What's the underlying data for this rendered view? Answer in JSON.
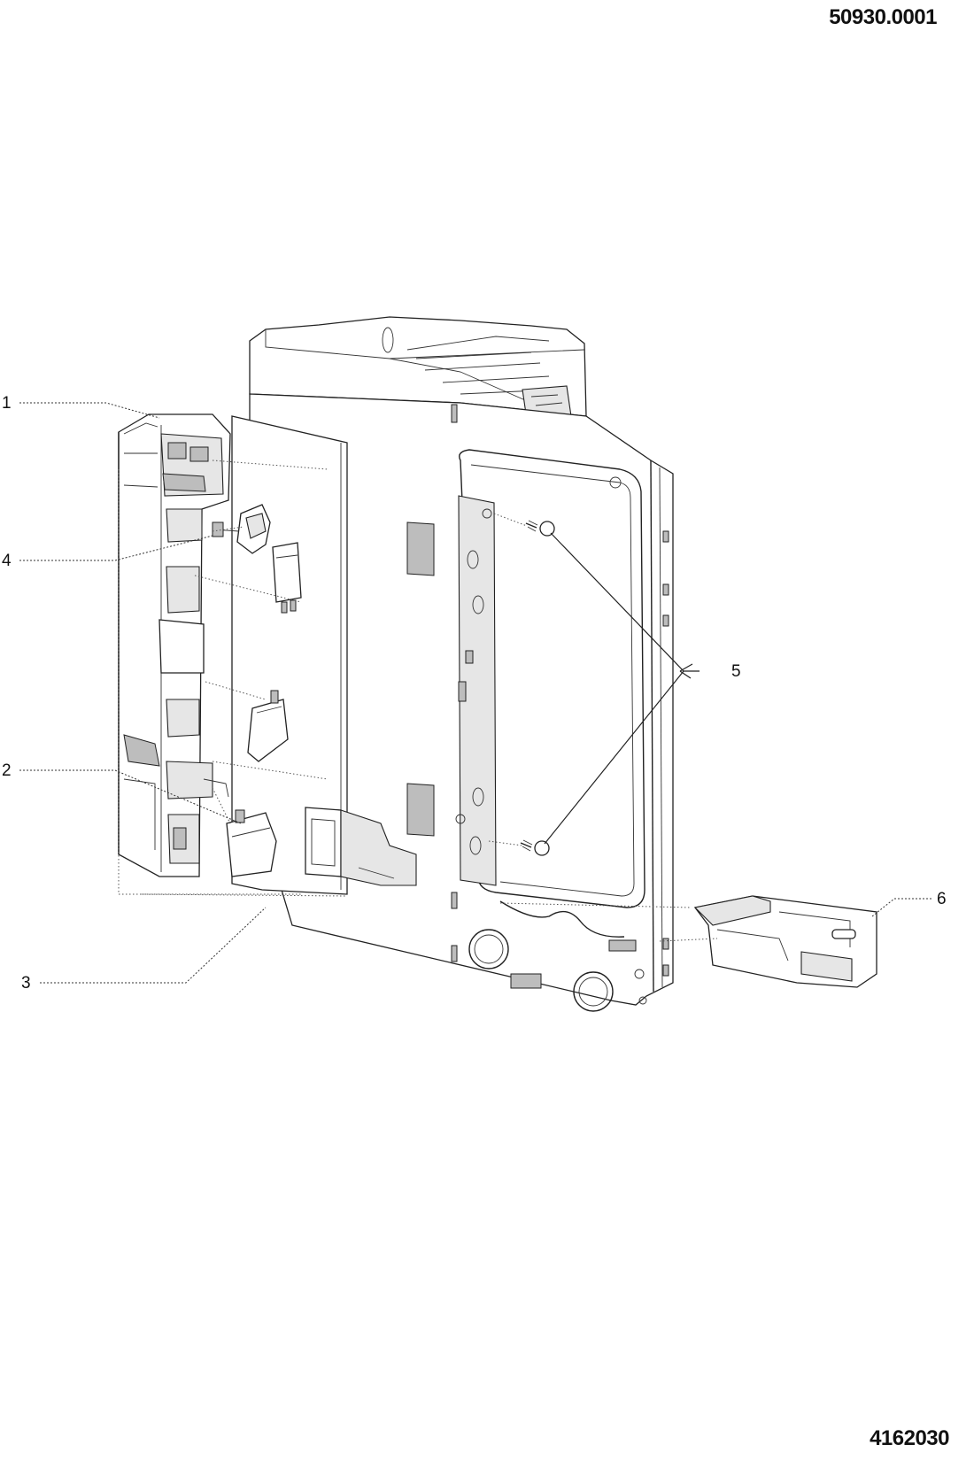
{
  "header": {
    "drawing_code": "50930.0001"
  },
  "footer": {
    "sheet_code": "4162030"
  },
  "callouts": [
    {
      "id": "1",
      "label": "1"
    },
    {
      "id": "2",
      "label": "2"
    },
    {
      "id": "3",
      "label": "3"
    },
    {
      "id": "4",
      "label": "4"
    },
    {
      "id": "5",
      "label": "5"
    },
    {
      "id": "6",
      "label": "6"
    }
  ]
}
